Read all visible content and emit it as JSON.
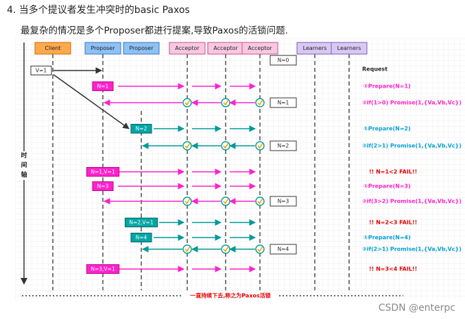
{
  "heading": "4. 当多个提议者发生冲突时的basic Paxos",
  "subheading": "最复杂的情况是多个Proposer都进行提案,导致Paxos的活锁问题.",
  "watermark": "CSDN @enterpc",
  "time_axis_label": [
    "时",
    "间",
    "轴"
  ],
  "footer_note": "一直持续下去,称之为Paxos活锁",
  "roles": [
    {
      "id": "client",
      "label": "Client",
      "fill": "#ffa94d",
      "stroke": "#c96c00"
    },
    {
      "id": "proposer1",
      "label": "Proposer",
      "fill": "#8ec1f5",
      "stroke": "#3a78c2"
    },
    {
      "id": "proposer2",
      "label": "Proposer",
      "fill": "#8ec1f5",
      "stroke": "#3a78c2"
    },
    {
      "id": "acceptor1",
      "label": "Acceptor",
      "fill": "#f7c9e0",
      "stroke": "#d04a94"
    },
    {
      "id": "acceptor2",
      "label": "Acceptor",
      "fill": "#f7c9e0",
      "stroke": "#d04a94"
    },
    {
      "id": "acceptor3",
      "label": "Acceptor",
      "fill": "#f7c9e0",
      "stroke": "#d04a94"
    },
    {
      "id": "learner1",
      "label": "Learners",
      "fill": "#d8c9f2",
      "stroke": "#7a5ac2"
    },
    {
      "id": "learner2",
      "label": "Learners",
      "fill": "#d8c9f2",
      "stroke": "#7a5ac2"
    }
  ],
  "colors": {
    "prepare": "#ff22cc",
    "promise": "#009999",
    "fail": "#e60000",
    "client_arrow": "#333333",
    "grid": "#e8e8e8"
  },
  "client_msg": "V=1",
  "acceptor_state": [
    "N=0",
    "N=1",
    "N=2",
    "N=3",
    "N=4"
  ],
  "request_title": "Request",
  "proposals": [
    {
      "label": "N=1",
      "kind": "prepare"
    },
    {
      "label": "N=2",
      "kind": "promise"
    },
    {
      "label": "N=1,V=1",
      "kind": "prepare"
    },
    {
      "label": "N=3",
      "kind": "prepare"
    },
    {
      "label": "N=2,V=1",
      "kind": "promise"
    },
    {
      "label": "N=4",
      "kind": "promise"
    },
    {
      "label": "N=3,V=1",
      "kind": "prepare"
    }
  ],
  "notes": [
    {
      "text": "①Prepare(N=1)",
      "kind": "prepare"
    },
    {
      "text": "②if(1>0) Promise(1,{Va,Vb,Vc})",
      "kind": "prepare"
    },
    {
      "text": "①Prepare(N=2)",
      "kind": "promise"
    },
    {
      "text": "②if(2>1) Promise(1,{Va,Vb,Vc})",
      "kind": "promise"
    },
    {
      "text": "!! N=1<2 FAIL!!",
      "kind": "fail"
    },
    {
      "text": "①Prepare(N=3)",
      "kind": "prepare"
    },
    {
      "text": "②if(3>2) Promise(1,{Va,Vb,Vc})",
      "kind": "prepare"
    },
    {
      "text": "!! N=2<3 FAIL!!",
      "kind": "fail"
    },
    {
      "text": "①Prepare(N=4)",
      "kind": "promise"
    },
    {
      "text": "②if(2>1) Promise(1,{Va,Vb,Vc})",
      "kind": "promise"
    },
    {
      "text": "!! N=3<4 FAIL!!",
      "kind": "fail"
    }
  ]
}
